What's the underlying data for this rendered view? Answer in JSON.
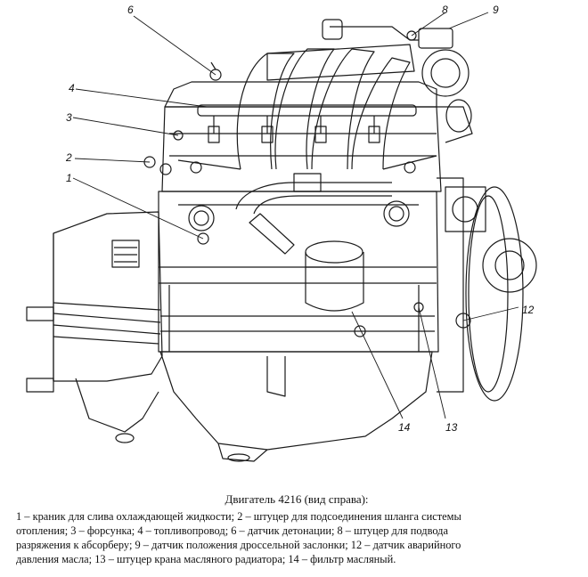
{
  "callouts": [
    "1",
    "2",
    "3",
    "4",
    "6",
    "8",
    "9",
    "12",
    "13",
    "14"
  ],
  "caption": {
    "title": "Двигатель 4216 (вид справа):",
    "lines": [
      "1 – краник для слива охлаждающей жидкости; 2 – штуцер для подсоединения шланга системы",
      "отопления; 3 – форсунка; 4 – топливопровод;  6 – датчик детонации; 8 – штуцер для подвода",
      "разряжения к абсорберу; 9 – датчик положения дроссельной заслонки;  12 – датчик аварийного",
      "давления масла; 13 – штуцер крана масляного радиатора; 14 – фильтр масляный."
    ]
  }
}
